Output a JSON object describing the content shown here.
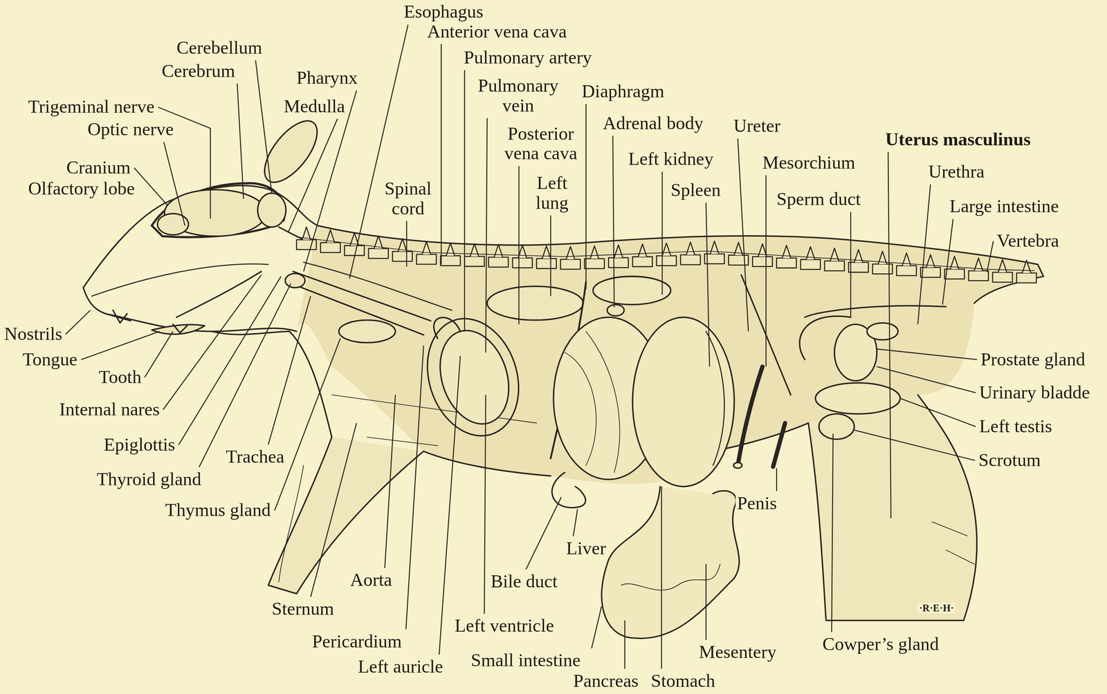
{
  "diagram": {
    "labels": [
      "Esophagus",
      "Anterior vena cava",
      "Pulmonary artery",
      "Pulmonary vein",
      "Diaphragm",
      "Posterior vena cava",
      "Adrenal body",
      "Ureter",
      "Uterus masculinus",
      "Left kidney",
      "Mesorchium",
      "Urethra",
      "Left lung",
      "Spinal cord",
      "Spleen",
      "Sperm duct",
      "Large intestine",
      "Vertebra",
      "Cerebellum",
      "Cerebrum",
      "Pharynx",
      "Trigeminal nerve",
      "Medulla",
      "Optic nerve",
      "Cranium",
      "Olfactory lobe",
      "Nostrils",
      "Tongue",
      "Tooth",
      "Internal nares",
      "Epiglottis",
      "Trachea",
      "Thyroid gland",
      "Thymus gland",
      "Aorta",
      "Sternum",
      "Pericardium",
      "Left auricle",
      "Left ventricle",
      "Small intestine",
      "Bile duct",
      "Liver",
      "Pancreas",
      "Stomach",
      "Mesentery",
      "Penis",
      "Cowper’s gland",
      "Prostate gland",
      "Urinary bladde",
      "Left testis",
      "Scrotum",
      "·R·E·H·"
    ]
  }
}
